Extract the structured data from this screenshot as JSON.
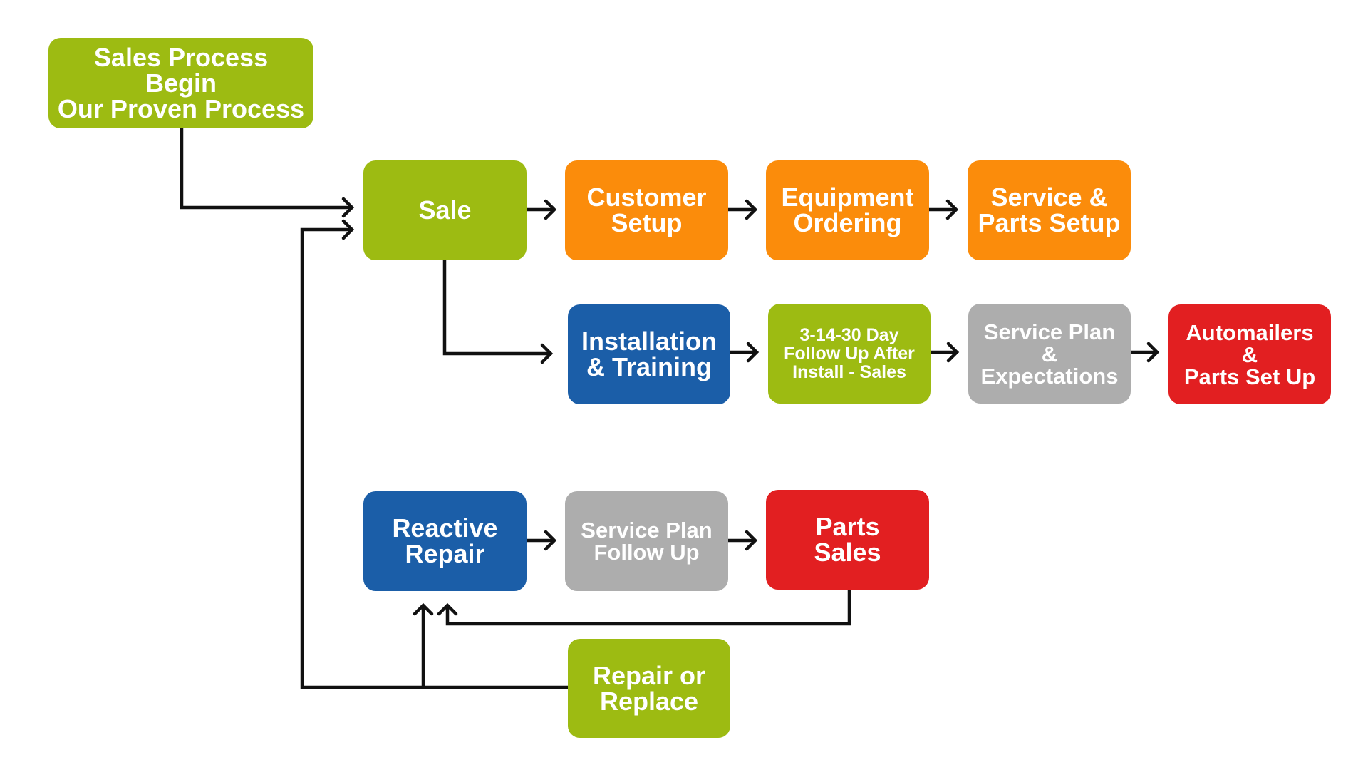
{
  "diagram": {
    "nodes": {
      "start": {
        "label": "Sales Process Begin\nOur Proven Process",
        "color": "#9dbb12"
      },
      "sale": {
        "label": "Sale",
        "color": "#9dbb12"
      },
      "customer_setup": {
        "label": "Customer\nSetup",
        "color": "#fb8c0b"
      },
      "equipment_ordering": {
        "label": "Equipment\nOrdering",
        "color": "#fb8c0b"
      },
      "service_parts_setup": {
        "label": "Service &\nParts Setup",
        "color": "#fb8c0b"
      },
      "installation_training": {
        "label": "Installation\n& Training",
        "color": "#1b5ea8"
      },
      "follow_up_day": {
        "label": "3-14-30 Day\nFollow Up After\nInstall - Sales",
        "color": "#9dbb12"
      },
      "service_plan_expectations": {
        "label": "Service Plan &\nExpectations",
        "color": "#adadad"
      },
      "automailers_parts": {
        "label": "Automailers &\nParts Set Up",
        "color": "#e21f21"
      },
      "reactive_repair": {
        "label": "Reactive\nRepair",
        "color": "#1b5ea8"
      },
      "service_plan_follow_up": {
        "label": "Service Plan\nFollow Up",
        "color": "#adadad"
      },
      "parts_sales": {
        "label": "Parts\nSales",
        "color": "#e21f21"
      },
      "repair_or_replace": {
        "label": "Repair or\nReplace",
        "color": "#9dbb12"
      }
    },
    "edges": [
      {
        "from": "start",
        "to": "sale"
      },
      {
        "from": "sale",
        "to": "customer_setup"
      },
      {
        "from": "customer_setup",
        "to": "equipment_ordering"
      },
      {
        "from": "equipment_ordering",
        "to": "service_parts_setup"
      },
      {
        "from": "sale",
        "to": "installation_training"
      },
      {
        "from": "installation_training",
        "to": "follow_up_day"
      },
      {
        "from": "follow_up_day",
        "to": "service_plan_expectations"
      },
      {
        "from": "service_plan_expectations",
        "to": "automailers_parts"
      },
      {
        "from": "reactive_repair",
        "to": "service_plan_follow_up"
      },
      {
        "from": "service_plan_follow_up",
        "to": "parts_sales"
      },
      {
        "from": "parts_sales",
        "to": "reactive_repair"
      },
      {
        "from": "repair_or_replace",
        "to": "reactive_repair"
      },
      {
        "from": "repair_or_replace",
        "to": "sale"
      }
    ]
  }
}
